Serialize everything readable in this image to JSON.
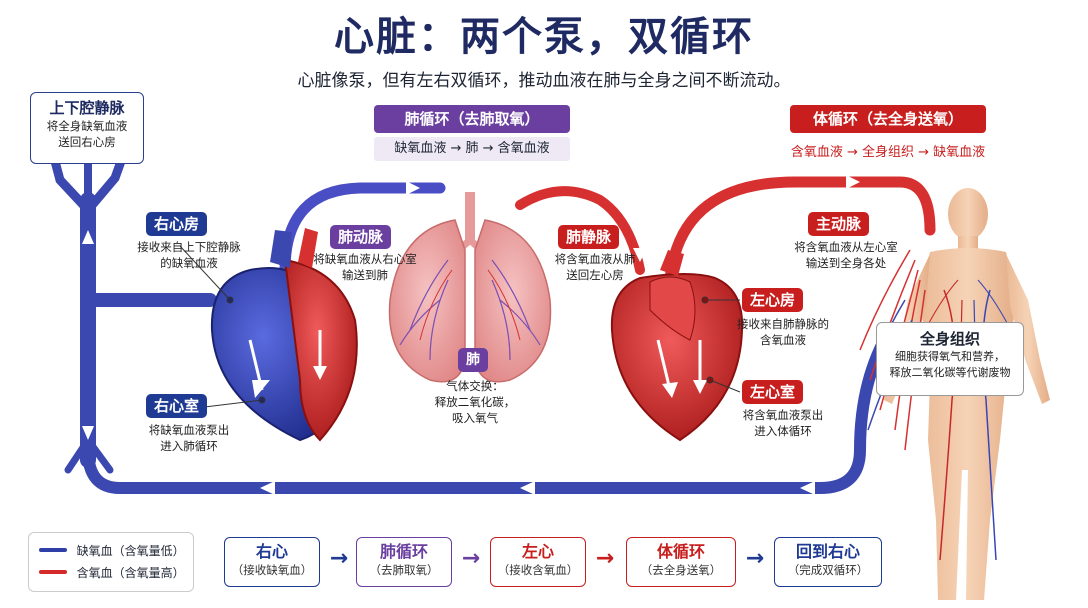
{
  "title": "心脏：两个泵，双循环",
  "subtitle": "心脏像泵，但有左右双循环，推动血液在肺与全身之间不断流动。",
  "colors": {
    "deoxygenated": "#2f3fa8",
    "oxygenated": "#d42a2a",
    "pulmonary": "#6a3fa0",
    "navy": "#1f2a63"
  },
  "vena_cava": {
    "label": "上下腔静脉",
    "desc": [
      "将全身缺氧血液",
      "送回右心房"
    ]
  },
  "pulmonary_circulation": {
    "label": "肺循环（去肺取氧）",
    "path": "缺氧血液 → 肺 → 含氧血液"
  },
  "systemic_circulation": {
    "label": "体循环（去全身送氧）",
    "path": "含氧血液 → 全身组织 → 缺氧血液"
  },
  "right_atrium": {
    "label": "右心房",
    "desc": [
      "接收来自上下腔静脉",
      "的缺氧血液"
    ]
  },
  "pulmonary_artery": {
    "label": "肺动脉",
    "desc": [
      "将缺氧血液从右心室",
      "输送到肺"
    ]
  },
  "pulmonary_vein": {
    "label": "肺静脉",
    "desc": [
      "将含氧血液从肺",
      "送回左心房"
    ]
  },
  "aorta": {
    "label": "主动脉",
    "desc": [
      "将含氧血液从左心室",
      "输送到全身各处"
    ]
  },
  "left_atrium": {
    "label": "左心房",
    "desc": [
      "接收来自肺静脉的",
      "含氧血液"
    ]
  },
  "left_ventricle": {
    "label": "左心室",
    "desc": [
      "将含氧血液泵出",
      "进入体循环"
    ]
  },
  "right_ventricle": {
    "label": "右心室",
    "desc": [
      "将缺氧血液泵出",
      "进入肺循环"
    ]
  },
  "lungs": {
    "label": "肺",
    "desc": [
      "气体交换：",
      "释放二氧化碳，",
      "吸入氧气"
    ]
  },
  "body_tissue": {
    "label": "全身组织",
    "desc": [
      "细胞获得氧气和营养，",
      "释放二氧化碳等代谢废物"
    ]
  },
  "legend": [
    {
      "label": "缺氧血（含氧量低）",
      "color": "#2f3fa8"
    },
    {
      "label": "含氧血（含氧量高）",
      "color": "#d42a2a"
    }
  ],
  "flow": [
    {
      "title": "右心",
      "sub": "（接收缺氧血）",
      "color": "#1f3a93"
    },
    {
      "title": "肺循环",
      "sub": "（去肺取氧）",
      "color": "#6a3fa0"
    },
    {
      "title": "左心",
      "sub": "（接收含氧血）",
      "color": "#c81e1e"
    },
    {
      "title": "体循环",
      "sub": "（去全身送氧）",
      "color": "#c81e1e"
    },
    {
      "title": "回到右心",
      "sub": "（完成双循环）",
      "color": "#1f3a93"
    }
  ],
  "flow_arrow": "→"
}
